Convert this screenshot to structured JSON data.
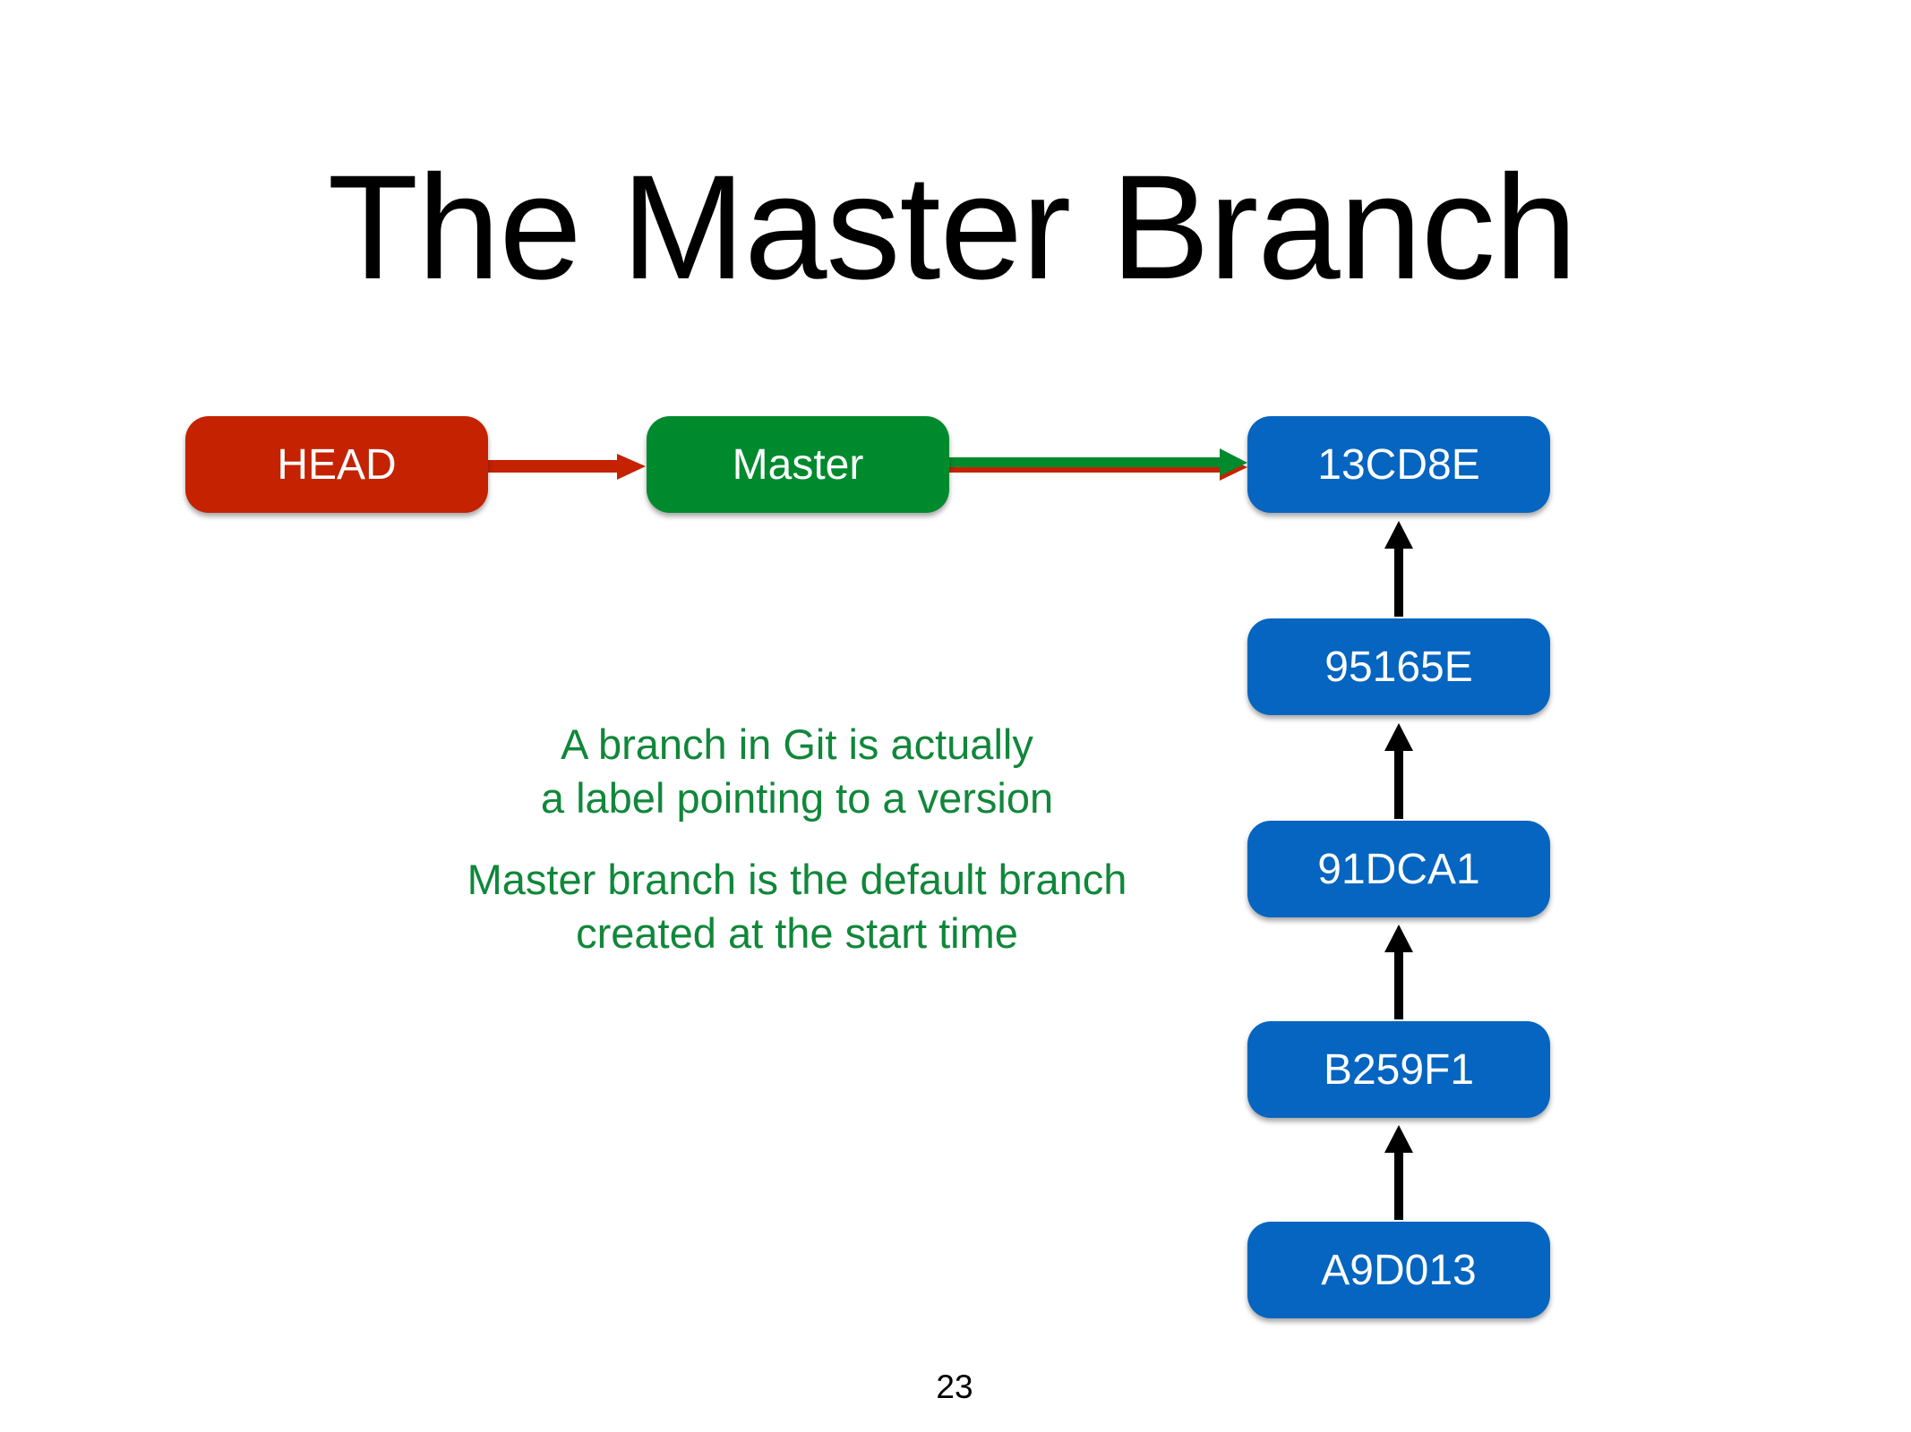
{
  "slide": {
    "title": "The Master Branch",
    "page_number": "23"
  },
  "pointers": {
    "head": {
      "label": "HEAD",
      "color": "#C42200",
      "points_to": "Master"
    },
    "master": {
      "label": "Master",
      "color": "#008A2E",
      "points_to": "13CD8E"
    }
  },
  "commits": [
    {
      "id": "13CD8E"
    },
    {
      "id": "95165E"
    },
    {
      "id": "91DCA1"
    },
    {
      "id": "B259F1"
    },
    {
      "id": "A9D013"
    }
  ],
  "commit_color": "#0565C0",
  "notes": {
    "note1_line1": "A branch in Git is actually",
    "note1_line2": "a label pointing to a version",
    "note2_line1": "Master branch is the default branch",
    "note2_line2": "created at the start time",
    "color": "#10873A"
  }
}
